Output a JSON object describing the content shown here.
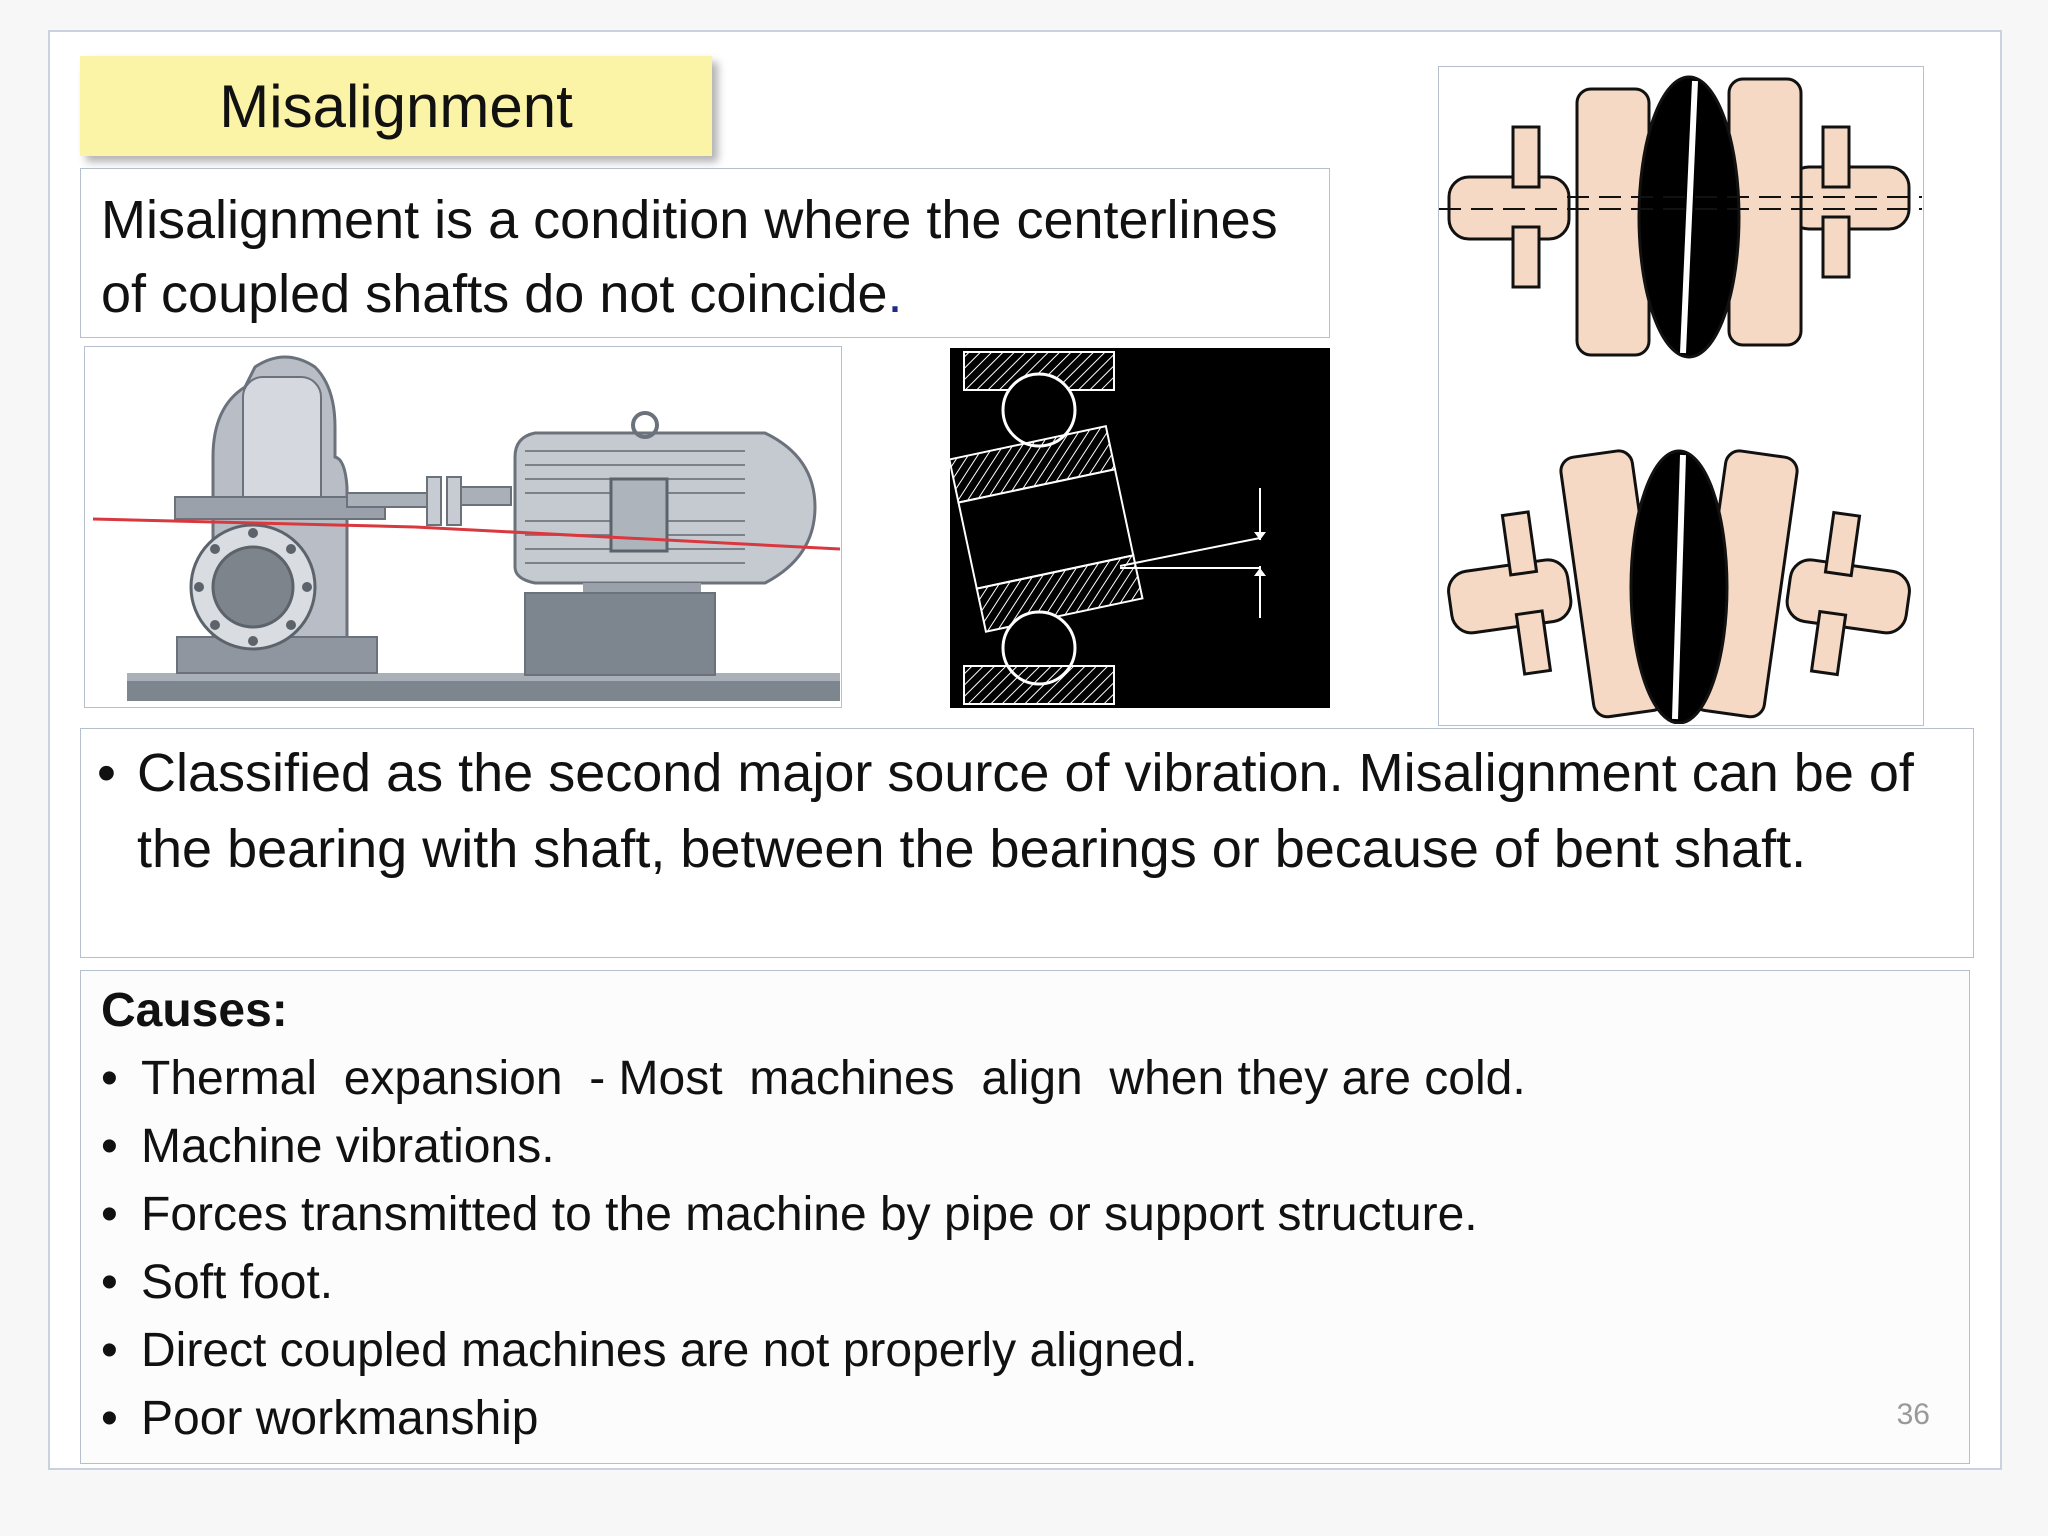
{
  "slide": {
    "title": "Misalignment",
    "definition": {
      "text": "Misalignment is a condition where the centerlines of coupled shafts do not coincide",
      "end_mark": "."
    },
    "classified_bullet": "Classified as the second major source of vibration. Misalignment can be of the bearing with shaft, between the  bearings or because of bent shaft.",
    "causes": {
      "heading": "Causes:",
      "items": [
        "Thermal  expansion  - Most  machines  align  when they are cold.",
        "Machine vibrations.",
        "Forces transmitted to the machine by pipe or support structure.",
        "Soft foot.",
        "Direct coupled machines are not properly aligned.",
        "Poor workmanship"
      ]
    },
    "page_number": "36"
  },
  "colors": {
    "title_bg": "#fbf3a6",
    "coupling_flange": "#f6d9c4",
    "misalignment_line": "#d9383f"
  }
}
